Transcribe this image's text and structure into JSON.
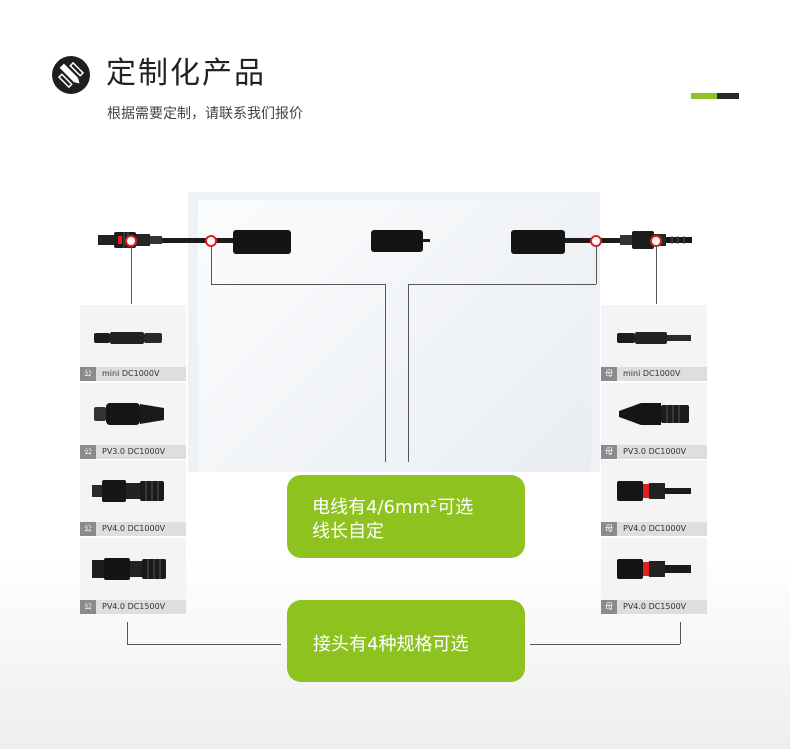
{
  "header": {
    "title": "定制化产品",
    "subtitle": "根据需要定制，请联系我们报价"
  },
  "colors": {
    "accent_green": "#8dc21f",
    "dark": "#2a2a2a",
    "marker_red": "#e02020"
  },
  "callouts": {
    "cable": [
      "电线有4/6mm²可选",
      "线长自定"
    ],
    "connector": "接头有4种规格可选"
  },
  "connectors": {
    "left": [
      {
        "tag": "公",
        "label": "mini   DC1000V",
        "icon": "connector-mini-male"
      },
      {
        "tag": "公",
        "label": "PV3.0   DC1000V",
        "icon": "connector-pv3-male"
      },
      {
        "tag": "公",
        "label": "PV4.0   DC1000V",
        "icon": "connector-pv4-male"
      },
      {
        "tag": "公",
        "label": "PV4.0   DC1500V",
        "icon": "connector-pv4-male-1500"
      }
    ],
    "right": [
      {
        "tag": "母",
        "label": "mini   DC1000V",
        "icon": "connector-mini-female"
      },
      {
        "tag": "母",
        "label": "PV3.0   DC1000V",
        "icon": "connector-pv3-female"
      },
      {
        "tag": "母",
        "label": "PV4.0   DC1000V",
        "icon": "connector-pv4-female"
      },
      {
        "tag": "母",
        "label": "PV4.0   DC1500V",
        "icon": "connector-pv4-female-1500"
      }
    ]
  }
}
